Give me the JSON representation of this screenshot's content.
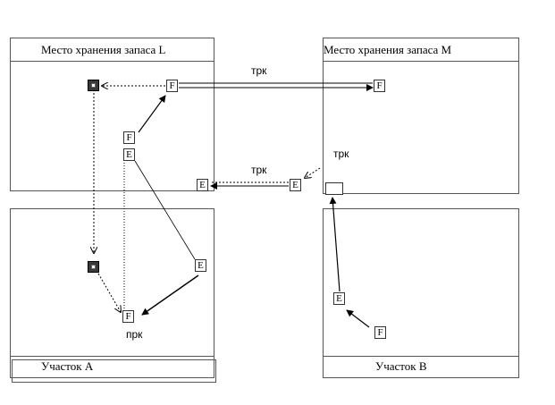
{
  "regions": {
    "storage_l": {
      "title": "Место хранения запаса L"
    },
    "storage_m": {
      "title": "Место хранения запаса M"
    },
    "section_a": {
      "title": "Участок A"
    },
    "section_b": {
      "title": "Участок B"
    }
  },
  "nodes": {
    "l_f_top": "F",
    "m_f_right": "F",
    "l_f_mid": "F",
    "l_e_mid": "E",
    "l_e_bottom": "E",
    "mid_e": "E",
    "a_e": "E",
    "a_f": "F",
    "b_e": "E",
    "b_f": "F"
  },
  "labels": {
    "trk_top": "трк",
    "trk_middle": "трк",
    "trk_right": "трк",
    "prk": "прк"
  },
  "icons": {
    "stock_l": "stock-square-icon",
    "stock_a": "stock-square-icon",
    "empty_b": "empty-container-icon"
  }
}
